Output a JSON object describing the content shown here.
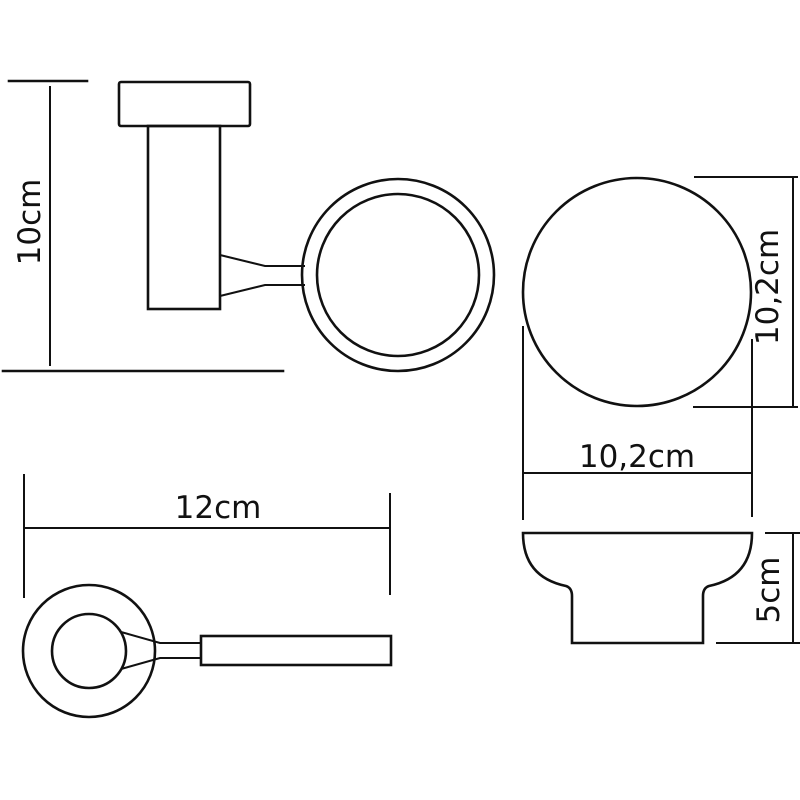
{
  "diagram": {
    "type": "technical-dimension-drawing",
    "subject": "wall-mounted glass holder",
    "views": {
      "side": {
        "height_label": "10cm"
      },
      "top": {
        "width_label": "12cm"
      },
      "glass_top": {
        "height_label": "10,2cm",
        "width_label": "10,2cm"
      },
      "glass_side": {
        "height_label": "5cm"
      }
    },
    "colors": {
      "line": "#111111",
      "background": "#ffffff"
    }
  }
}
